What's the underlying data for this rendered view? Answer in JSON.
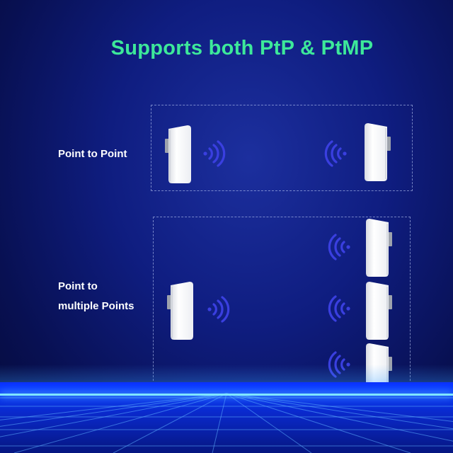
{
  "title": "Supports both PtP & PtMP",
  "ptp": {
    "label": "Point to Point"
  },
  "ptmp": {
    "label_line1": "Point to",
    "label_line2": "multiple Points"
  },
  "colors": {
    "title": "#3de89a",
    "label": "#ffffff",
    "waves": "#3a3fe0",
    "frame_border": "#c8d7ff",
    "background": "#0f1d80",
    "floor": "#0b3bff"
  },
  "icons": {
    "device": "outdoor-cpe-icon",
    "signal_right": "signal-waves-right-icon",
    "signal_left": "signal-waves-left-icon"
  }
}
